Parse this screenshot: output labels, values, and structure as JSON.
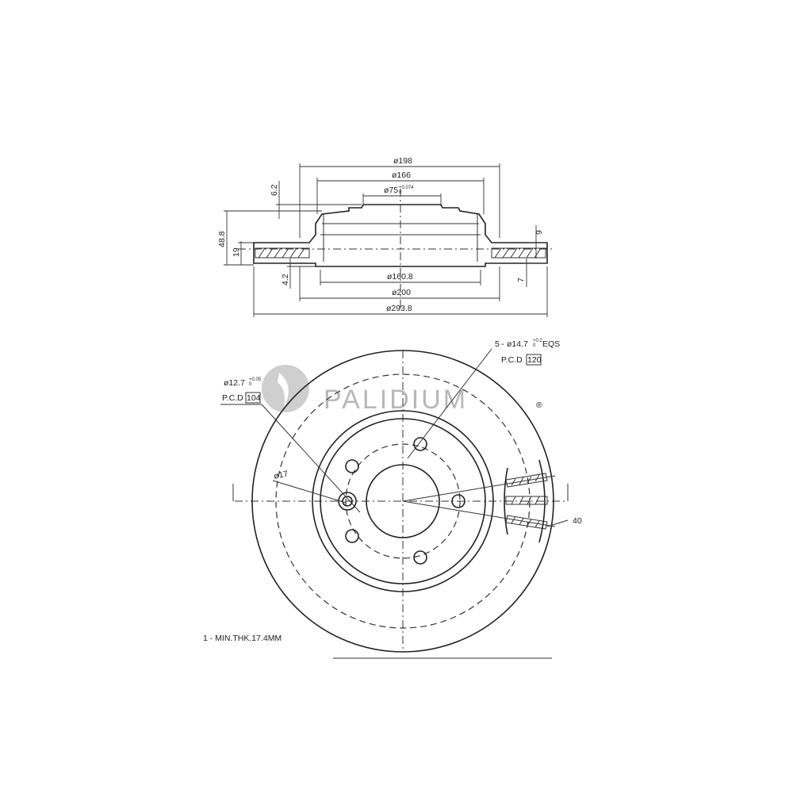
{
  "logo": {
    "text": "PALIDIUM",
    "mark": "®",
    "color": "#b8b8b8"
  },
  "side_view": {
    "dims": {
      "d198": "ø198",
      "d166": "ø166",
      "d75": "ø75",
      "d75_tol": "+0.074",
      "d75_tol2": "0",
      "d160_8": "ø160.8",
      "d200": "ø200",
      "d293_8": "ø293.8",
      "h6_2": "6.2",
      "h48_8": "48.8",
      "h19": "19",
      "h4_2": "4.2",
      "h9": "9",
      "h7": "7"
    }
  },
  "front_view": {
    "callout_bolt": {
      "count": "5",
      "dia": "ø14.7",
      "tol": "+0.2",
      "tol2": "0",
      "suffix": "EQS",
      "pcd_label": "P.C.D",
      "pcd_value": "120"
    },
    "callout_pin": {
      "dia": "ø12.7",
      "tol": "+0.05",
      "tol2": "0",
      "pcd_label": "P.C.D",
      "pcd_value": "104"
    },
    "d17": "ø17",
    "d40": "40"
  },
  "note": "1 - MIN.THK.17.4MM",
  "colors": {
    "line": "#222222",
    "background": "#ffffff"
  }
}
